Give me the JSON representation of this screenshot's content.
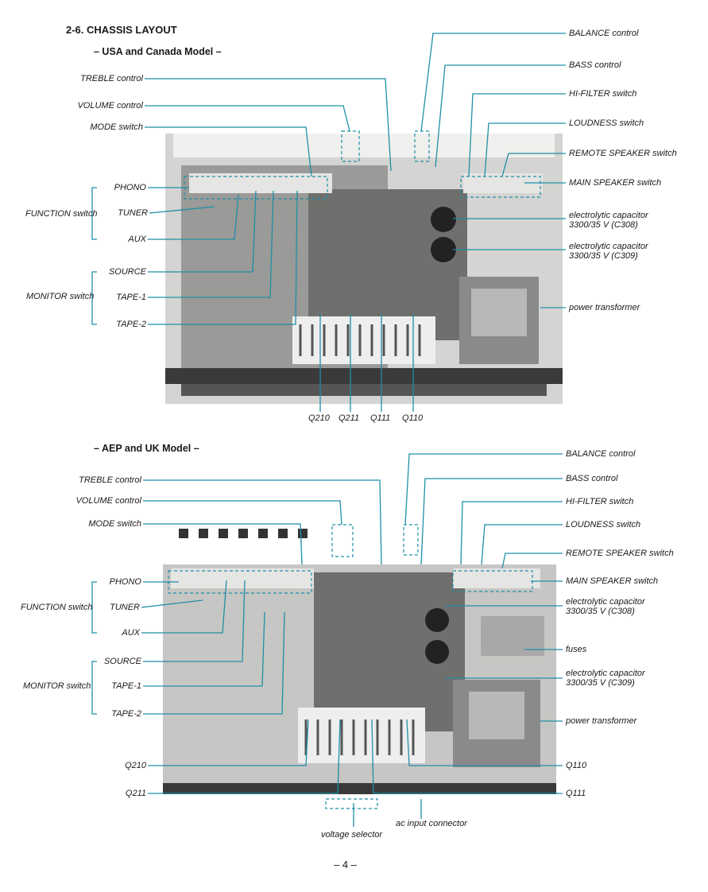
{
  "section_title": "2-6.  CHASSIS LAYOUT",
  "page_number": "– 4 –",
  "top": {
    "model": "– USA and Canada Model –",
    "labels": {
      "balance": "BALANCE control",
      "bass": "BASS control",
      "treble": "TREBLE control",
      "hifilter": "HI-FILTER switch",
      "volume": "VOLUME control",
      "loudness": "LOUDNESS switch",
      "mode": "MODE switch",
      "remote": "REMOTE SPEAKER switch",
      "main": "MAIN SPEAKER switch",
      "phono": "PHONO",
      "tuner": "TUNER",
      "aux": "AUX",
      "function": "FUNCTION switch",
      "cap1a": "electrolytic capacitor",
      "cap1b": "3300/35 V (C308)",
      "cap2a": "electrolytic capacitor",
      "cap2b": "3300/35 V (C309)",
      "source": "SOURCE",
      "monitor": "MONITOR switch",
      "tape1": "TAPE-1",
      "tape2": "TAPE-2",
      "transformer": "power transformer",
      "q210": "Q210",
      "q211": "Q211",
      "q111": "Q111",
      "q110": "Q110"
    }
  },
  "bottom": {
    "model": "– AEP and UK Model –",
    "labels": {
      "balance": "BALANCE control",
      "bass": "BASS control",
      "treble": "TREBLE control",
      "hifilter": "HI-FILTER switch",
      "volume": "VOLUME control",
      "loudness": "LOUDNESS switch",
      "mode": "MODE switch",
      "remote": "REMOTE SPEAKER switch",
      "main": "MAIN SPEAKER switch",
      "phono": "PHONO",
      "tuner": "TUNER",
      "aux": "AUX",
      "function": "FUNCTION switch",
      "cap1a": "electrolytic capacitor",
      "cap1b": "3300/35 V (C308)",
      "fuses": "fuses",
      "cap2a": "electrolytic capacitor",
      "cap2b": "3300/35 V (C309)",
      "source": "SOURCE",
      "monitor": "MONITOR switch",
      "tape1": "TAPE-1",
      "tape2": "TAPE-2",
      "transformer": "power transformer",
      "q210": "Q210",
      "q110": "Q110",
      "q211": "Q211",
      "q111": "Q111",
      "ac": "ac input connector",
      "voltage": "voltage selector"
    }
  },
  "colors": {
    "leader": "#1f8fa6",
    "photo_bg": "#c9c9c7",
    "heatsink": "#eeeeee",
    "chassis_front": "#3a3a3a",
    "transformer": "#8a8a8a"
  }
}
